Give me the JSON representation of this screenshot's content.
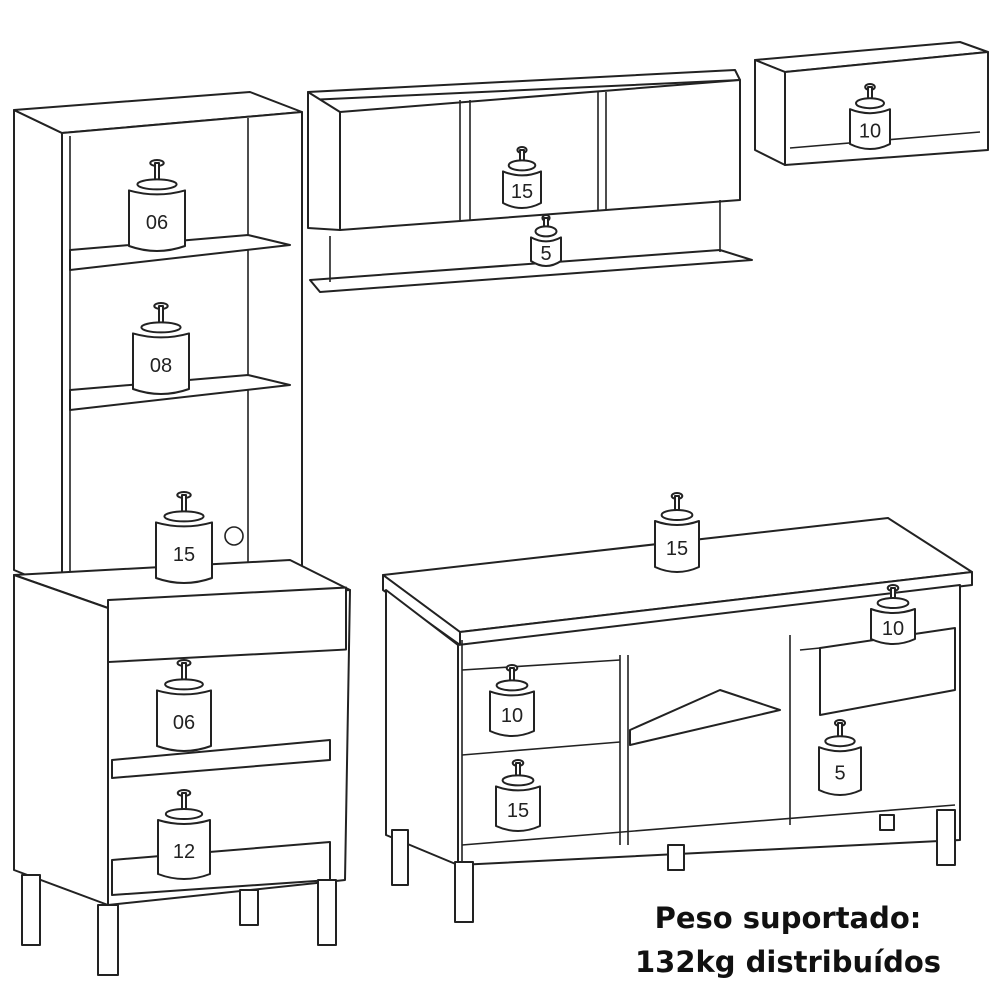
{
  "caption": {
    "line1": "Peso suportado:",
    "line2": "132kg distribuídos"
  },
  "weights": {
    "tall_shelf_1": "06",
    "tall_shelf_2": "08",
    "tall_counter": "15",
    "tall_lower_shelf": "06",
    "tall_bottom": "12",
    "upper_cabinet": "15",
    "upper_shelf": "5",
    "small_cabinet": "10",
    "base_top": "15",
    "base_drawer": "10",
    "base_left_shelf": "10",
    "base_left_bottom": "15",
    "base_right_bottom": "5"
  },
  "colors": {
    "line": "#222222",
    "weight_fill": "#ffffff"
  }
}
